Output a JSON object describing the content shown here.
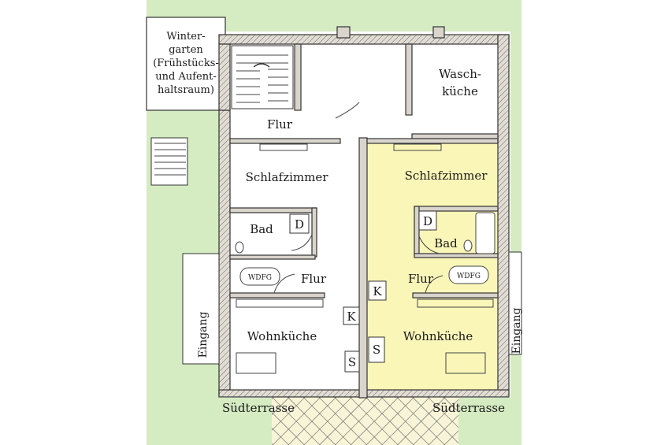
{
  "colors": {
    "background": "#ffffff",
    "garden": "#d5ebc2",
    "highlight": "#faf6b8",
    "wall": "#d9d4cc"
  },
  "labels": {
    "wintergarten_1": "Winter-",
    "wintergarten_2": "garten",
    "wintergarten_3": "(Frühstücks-",
    "wintergarten_4": "und Aufent-",
    "wintergarten_5": "haltsraum)",
    "waschkueche_1": "Wasch-",
    "waschkueche_2": "küche",
    "flur_top": "Flur",
    "schlafzimmer_left": "Schlafzimmer",
    "schlafzimmer_right": "Schlafzimmer",
    "bad_left": "Bad",
    "bad_right": "Bad",
    "d_left": "D",
    "d_right": "D",
    "flur_left": "Flur",
    "flur_right": "Flur",
    "wdfg_left": "WDFG",
    "wdfg_right": "WDFG",
    "k_left": "K",
    "k_right": "K",
    "s_left": "S",
    "s_right": "S",
    "wohnkueche_left": "Wohnküche",
    "wohnkueche_right": "Wohnküche",
    "eingang_left": "Eingang",
    "eingang_right": "Eingang",
    "suedterrasse_left": "Südterrasse",
    "suedterrasse_right": "Südterrasse"
  }
}
